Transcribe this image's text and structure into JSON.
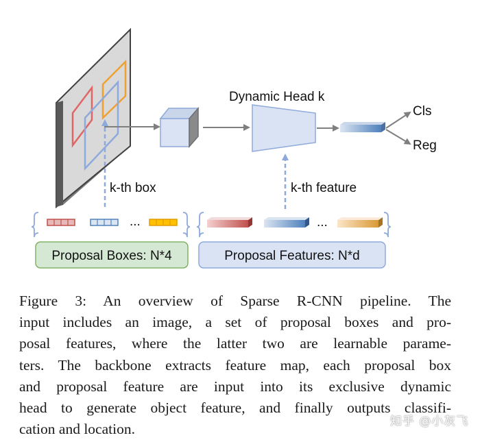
{
  "diagram": {
    "head_label": "Dynamic Head k",
    "cls_label": "Cls",
    "reg_label": "Reg",
    "kth_box_label": "k-th box",
    "kth_feature_label": "k-th feature",
    "ellipsis_boxes": "...",
    "ellipsis_features": "...",
    "proposal_boxes_label": "Proposal Boxes: N*4",
    "proposal_features_label": "Proposal Features: N*d",
    "colors": {
      "box_red": "#c0504d",
      "box_blue": "#4f81bd",
      "box_orange": "#f0a30a",
      "boxes_panel_fill": "#d5e8d4",
      "features_panel_fill": "#dae3f3"
    }
  },
  "caption": {
    "lines": [
      "Figure 3:  An overview of Sparse R-CNN pipeline.  The",
      "input includes an image, a set of proposal boxes and pro-",
      "posal features, where the latter two are learnable parame-",
      "ters. The backbone extracts feature map, each proposal box",
      "and proposal feature are input into its exclusive dynamic",
      "head to generate object feature, and finally outputs classifi-",
      "cation and location."
    ]
  },
  "watermark": "知乎 @小灰飞"
}
